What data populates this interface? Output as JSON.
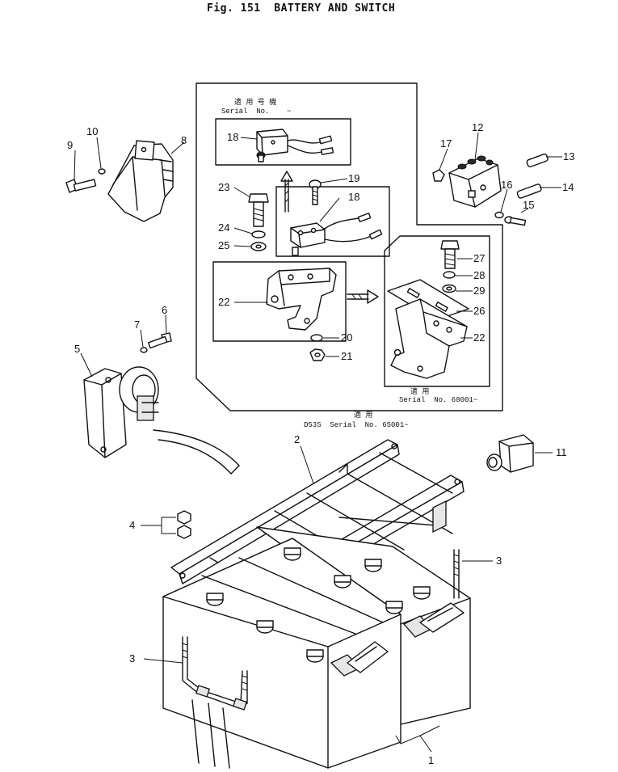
{
  "figure": {
    "title": "Fig. 151  BATTERY AND SWITCH"
  },
  "serial_notes": {
    "top_box": "Serial  No.    ~",
    "top_box_glyphs": "適 用 号 機",
    "right_box": "Serial  No. 68001~",
    "right_box_glyphs": "適 用",
    "main_box": "D53S  Serial  No. 65001~",
    "main_box_glyphs": "適 用"
  },
  "callouts": [
    {
      "id": "1",
      "label": "1"
    },
    {
      "id": "2",
      "label": "2"
    },
    {
      "id": "3a",
      "label": "3"
    },
    {
      "id": "3b",
      "label": "3"
    },
    {
      "id": "4",
      "label": "4"
    },
    {
      "id": "5",
      "label": "5"
    },
    {
      "id": "6",
      "label": "6"
    },
    {
      "id": "7",
      "label": "7"
    },
    {
      "id": "8",
      "label": "8"
    },
    {
      "id": "9",
      "label": "9"
    },
    {
      "id": "10",
      "label": "10"
    },
    {
      "id": "11",
      "label": "11"
    },
    {
      "id": "12",
      "label": "12"
    },
    {
      "id": "13",
      "label": "13"
    },
    {
      "id": "14",
      "label": "14"
    },
    {
      "id": "15",
      "label": "15"
    },
    {
      "id": "16",
      "label": "16"
    },
    {
      "id": "17",
      "label": "17"
    },
    {
      "id": "18a",
      "label": "18"
    },
    {
      "id": "18b",
      "label": "18"
    },
    {
      "id": "19",
      "label": "19"
    },
    {
      "id": "20",
      "label": "20"
    },
    {
      "id": "21",
      "label": "21"
    },
    {
      "id": "22a",
      "label": "22"
    },
    {
      "id": "22b",
      "label": "22"
    },
    {
      "id": "23",
      "label": "23"
    },
    {
      "id": "24",
      "label": "24"
    },
    {
      "id": "25",
      "label": "25"
    },
    {
      "id": "26",
      "label": "26"
    },
    {
      "id": "27",
      "label": "27"
    },
    {
      "id": "28",
      "label": "28"
    },
    {
      "id": "29",
      "label": "29"
    }
  ]
}
